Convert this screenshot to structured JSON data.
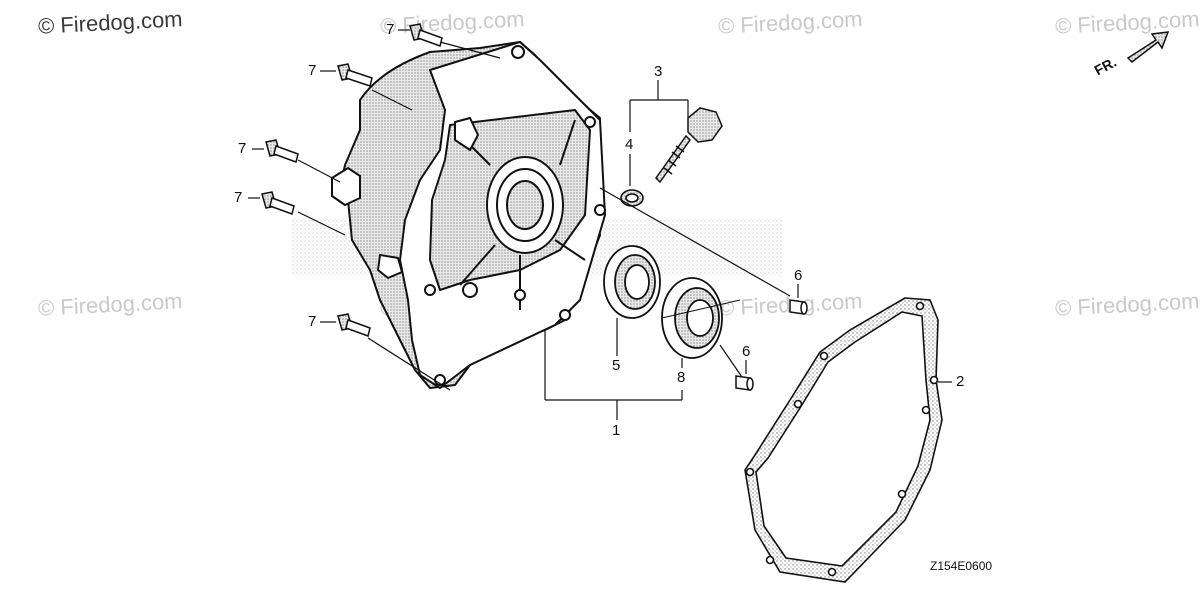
{
  "watermark": {
    "main": "© Firedog.com",
    "repeat": "© Firedog.com"
  },
  "direction": {
    "label": "FR."
  },
  "diagram_code": "Z154E0600",
  "callouts": {
    "c1": "1",
    "c2": "2",
    "c3": "3",
    "c4": "4",
    "c5": "5",
    "c6a": "6",
    "c6b": "6",
    "c7a": "7",
    "c7b": "7",
    "c7c": "7",
    "c7d": "7",
    "c7e": "7",
    "c8": "8"
  }
}
